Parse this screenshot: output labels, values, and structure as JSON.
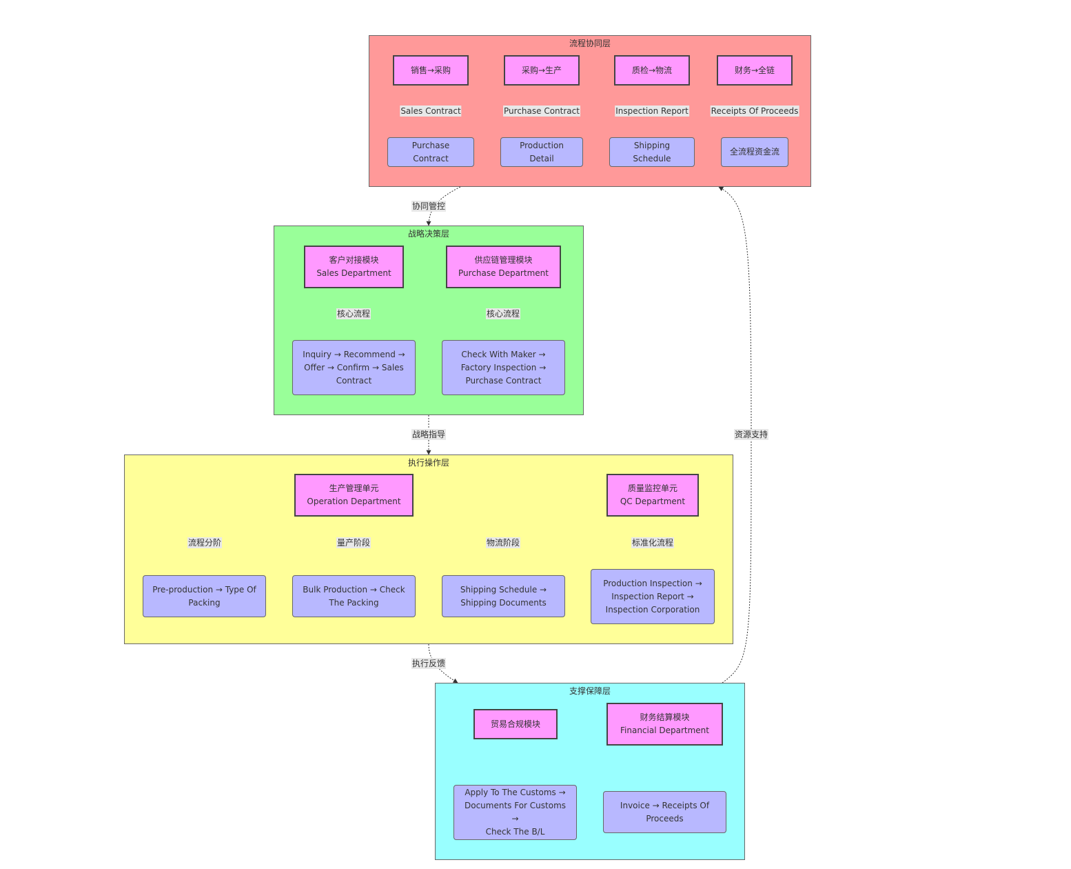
{
  "colors": {
    "layer_process": "#ff9999",
    "layer_strategy": "#99ff99",
    "layer_execution": "#ffff99",
    "layer_support": "#99ffff",
    "module_node": "#ff99ff",
    "detail_node": "#b8b8ff"
  },
  "layers": {
    "process": {
      "title": "流程协同层"
    },
    "strategy": {
      "title": "战略决策层"
    },
    "execution": {
      "title": "执行操作层"
    },
    "support": {
      "title": "支撑保障层"
    }
  },
  "nodes": {
    "sales_purchase": {
      "line1": "销售→采购"
    },
    "purchase_production": {
      "line1": "采购→生产"
    },
    "qc_logistics": {
      "line1": "质检→物流"
    },
    "finance_chain": {
      "line1": "财务→全链"
    },
    "purchase_contract": {
      "line1": "Purchase Contract"
    },
    "production_detail": {
      "line1": "Production Detail"
    },
    "shipping_schedule": {
      "line1": "Shipping Schedule"
    },
    "full_capital_flow": {
      "line1": "全流程资金流"
    },
    "customer_module": {
      "line1": "客户对接模块",
      "line2": "Sales Department"
    },
    "supply_chain_module": {
      "line1": "供应链管理模块",
      "line2": "Purchase Department"
    },
    "sales_flow": {
      "line1": "Inquiry → Recommend →",
      "line2": "Offer → Confirm → Sales",
      "line3": "Contract"
    },
    "purchase_flow": {
      "line1": "Check With Maker →",
      "line2": "Factory Inspection →",
      "line3": "Purchase Contract"
    },
    "production_unit": {
      "line1": "生产管理单元",
      "line2": "Operation Department"
    },
    "qc_unit": {
      "line1": "质量监控单元",
      "line2": "QC Department"
    },
    "preproduction": {
      "line1": "Pre-production → Type Of",
      "line2": "Packing"
    },
    "bulk_production": {
      "line1": "Bulk Production → Check",
      "line2": "The Packing"
    },
    "shipping_docs": {
      "line1": "Shipping Schedule →",
      "line2": "Shipping Documents"
    },
    "production_inspection": {
      "line1": "Production Inspection →",
      "line2": "Inspection Report →",
      "line3": "Inspection Corporation"
    },
    "trade_compliance": {
      "line1": "贸易合规模块"
    },
    "finance_module": {
      "line1": "财务结算模块",
      "line2": "Financial Department"
    },
    "customs_flow": {
      "line1": "Apply To The Customs →",
      "line2": "Documents For Customs →",
      "line3": "Check The B/L"
    },
    "invoice_flow": {
      "line1": "Invoice → Receipts Of",
      "line2": "Proceeds"
    }
  },
  "edge_labels": {
    "sales_contract": "Sales Contract",
    "purchase_contract": "Purchase Contract",
    "inspection_report": "Inspection Report",
    "receipts_of_proceeds": "Receipts Of Proceeds",
    "collaborative_control": "协同管控",
    "core_process_sales": "核心流程",
    "core_process_supply": "核心流程",
    "strategic_guidance": "战略指导",
    "process_stages": "流程分阶",
    "mass_production_stage": "量产阶段",
    "logistics_stage": "物流阶段",
    "standardized_process": "标准化流程",
    "execution_feedback": "执行反馈",
    "resource_support": "资源支持"
  }
}
